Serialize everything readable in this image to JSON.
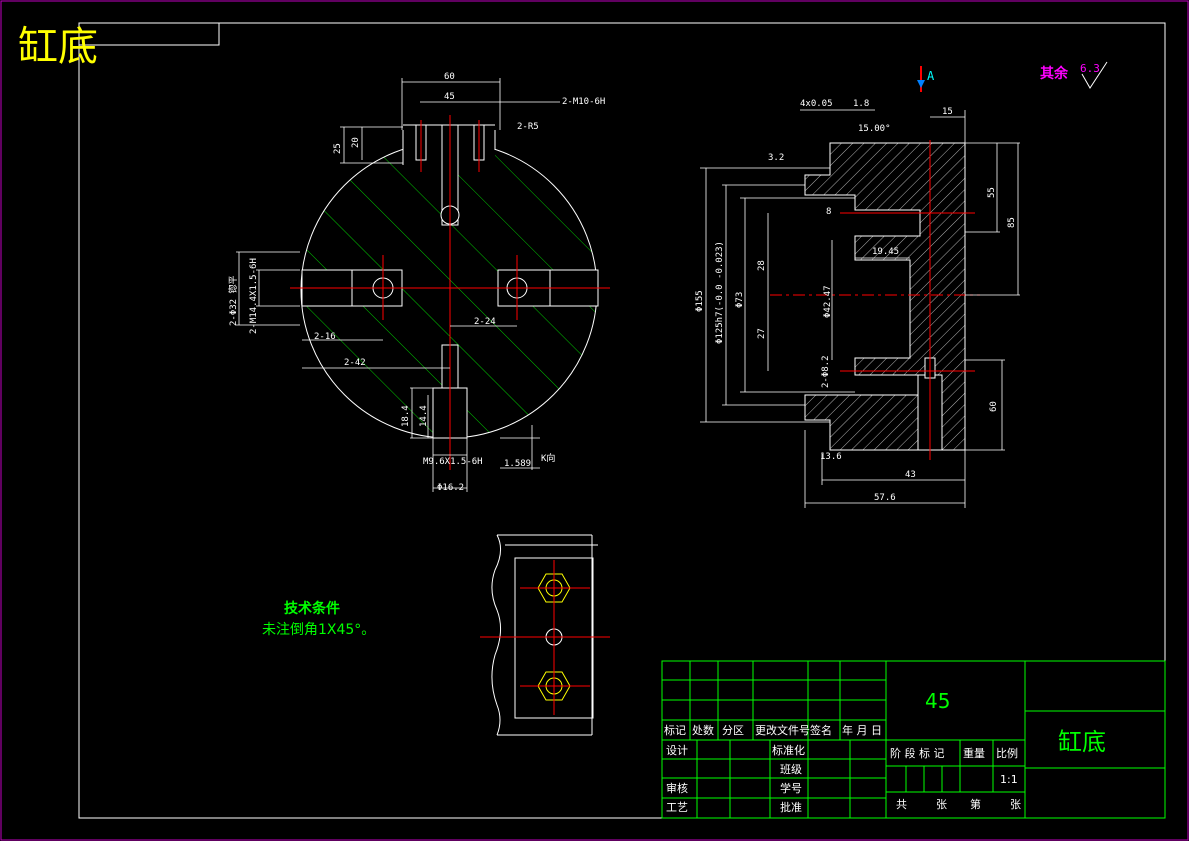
{
  "title": "缸底",
  "surface_finish": {
    "label": "其余",
    "value": "6.3"
  },
  "section_mark": "A",
  "tech_notes": {
    "heading": "技术条件",
    "line1": "未注倒角1X45°。"
  },
  "front_view": {
    "dims": {
      "d60": "60",
      "d45": "45",
      "m10": "2-M10-6H",
      "r25": "2-R5",
      "h25": "25",
      "h20": "20",
      "phi32": "2-Φ32 锪平",
      "m14": "2-M14.4X1.5-6H",
      "d2_16": "2-16",
      "d2_42": "2-42",
      "d2_24": "2-24",
      "h18_4": "18.4",
      "h14_4": "14.4",
      "m9_6": "M9.6X1.5-6H",
      "phi16_2": "Φ16.2",
      "d1_589": "1.589",
      "kview": "K向"
    }
  },
  "side_view": {
    "dims": {
      "c4": "4x0.05",
      "d1_8": "1.8",
      "ang": "15.00°",
      "d15": "15",
      "ra": "3.2",
      "d55": "55",
      "d85": "85",
      "phi155": "Φ155",
      "phi125": "Φ125h7(-0.0 -0.023)",
      "phi73": "Φ73",
      "d28": "28",
      "d27": "27",
      "d8": "8",
      "d19_45": "19.45",
      "phi42": "Φ42.47",
      "d2_8": "2-Φ8.2",
      "d60": "60",
      "d13_6": "13.6",
      "d43": "43",
      "d57_6": "57.6"
    }
  },
  "title_block": {
    "material": "45",
    "part_name": "缸底",
    "header_cells": [
      "标记",
      "处数",
      "分区",
      "更改文件号",
      "签名",
      "年 月 日"
    ],
    "left_labels": [
      "设计",
      "审核",
      "工艺"
    ],
    "mid_labels": [
      "标准化",
      "班级",
      "学号",
      "批准"
    ],
    "stage_headers": [
      "阶 段 标 记",
      "重量",
      "比例"
    ],
    "scale": "1:1",
    "sheet_info": [
      "共",
      "张",
      "第",
      "张"
    ]
  }
}
